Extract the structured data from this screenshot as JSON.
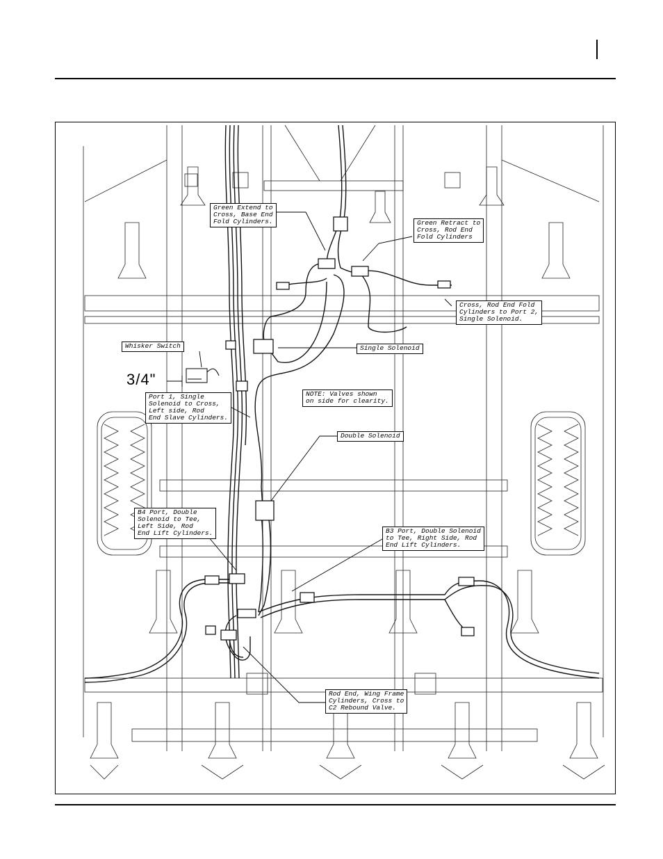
{
  "header": {
    "page_mark": ""
  },
  "dimension_label": "3/4\"",
  "callouts": {
    "green_extend": "Green Extend to\nCross, Base End\nFold Cylinders.",
    "green_retract": "Green Retract to\nCross, Rod End\nFold Cylinders",
    "cross_rod_end": "Cross, Rod End Fold\nCylinders to Port 2,\nSingle Solenoid.",
    "whisker_switch": "Whisker Switch",
    "single_solenoid": "Single Solenoid",
    "port1": "Port 1, Single\nSolenoid to Cross,\nLeft side, Rod\nEnd Slave Cylinders.",
    "note": "NOTE: Valves shown\non side for clearity.",
    "double_solenoid": "Double Solenoid",
    "b4_port": "B4 Port, Double\nSolenoid to Tee,\nLeft Side, Rod\nEnd Lift Cylinders.",
    "b3_port": "B3 Port, Double Solenoid\nto Tee, Right Side, Rod\nEnd Lift Cylinders.",
    "rod_end_wing": "Rod End, Wing Frame\nCylinders, Cross to\nC2 Rebound Valve."
  }
}
